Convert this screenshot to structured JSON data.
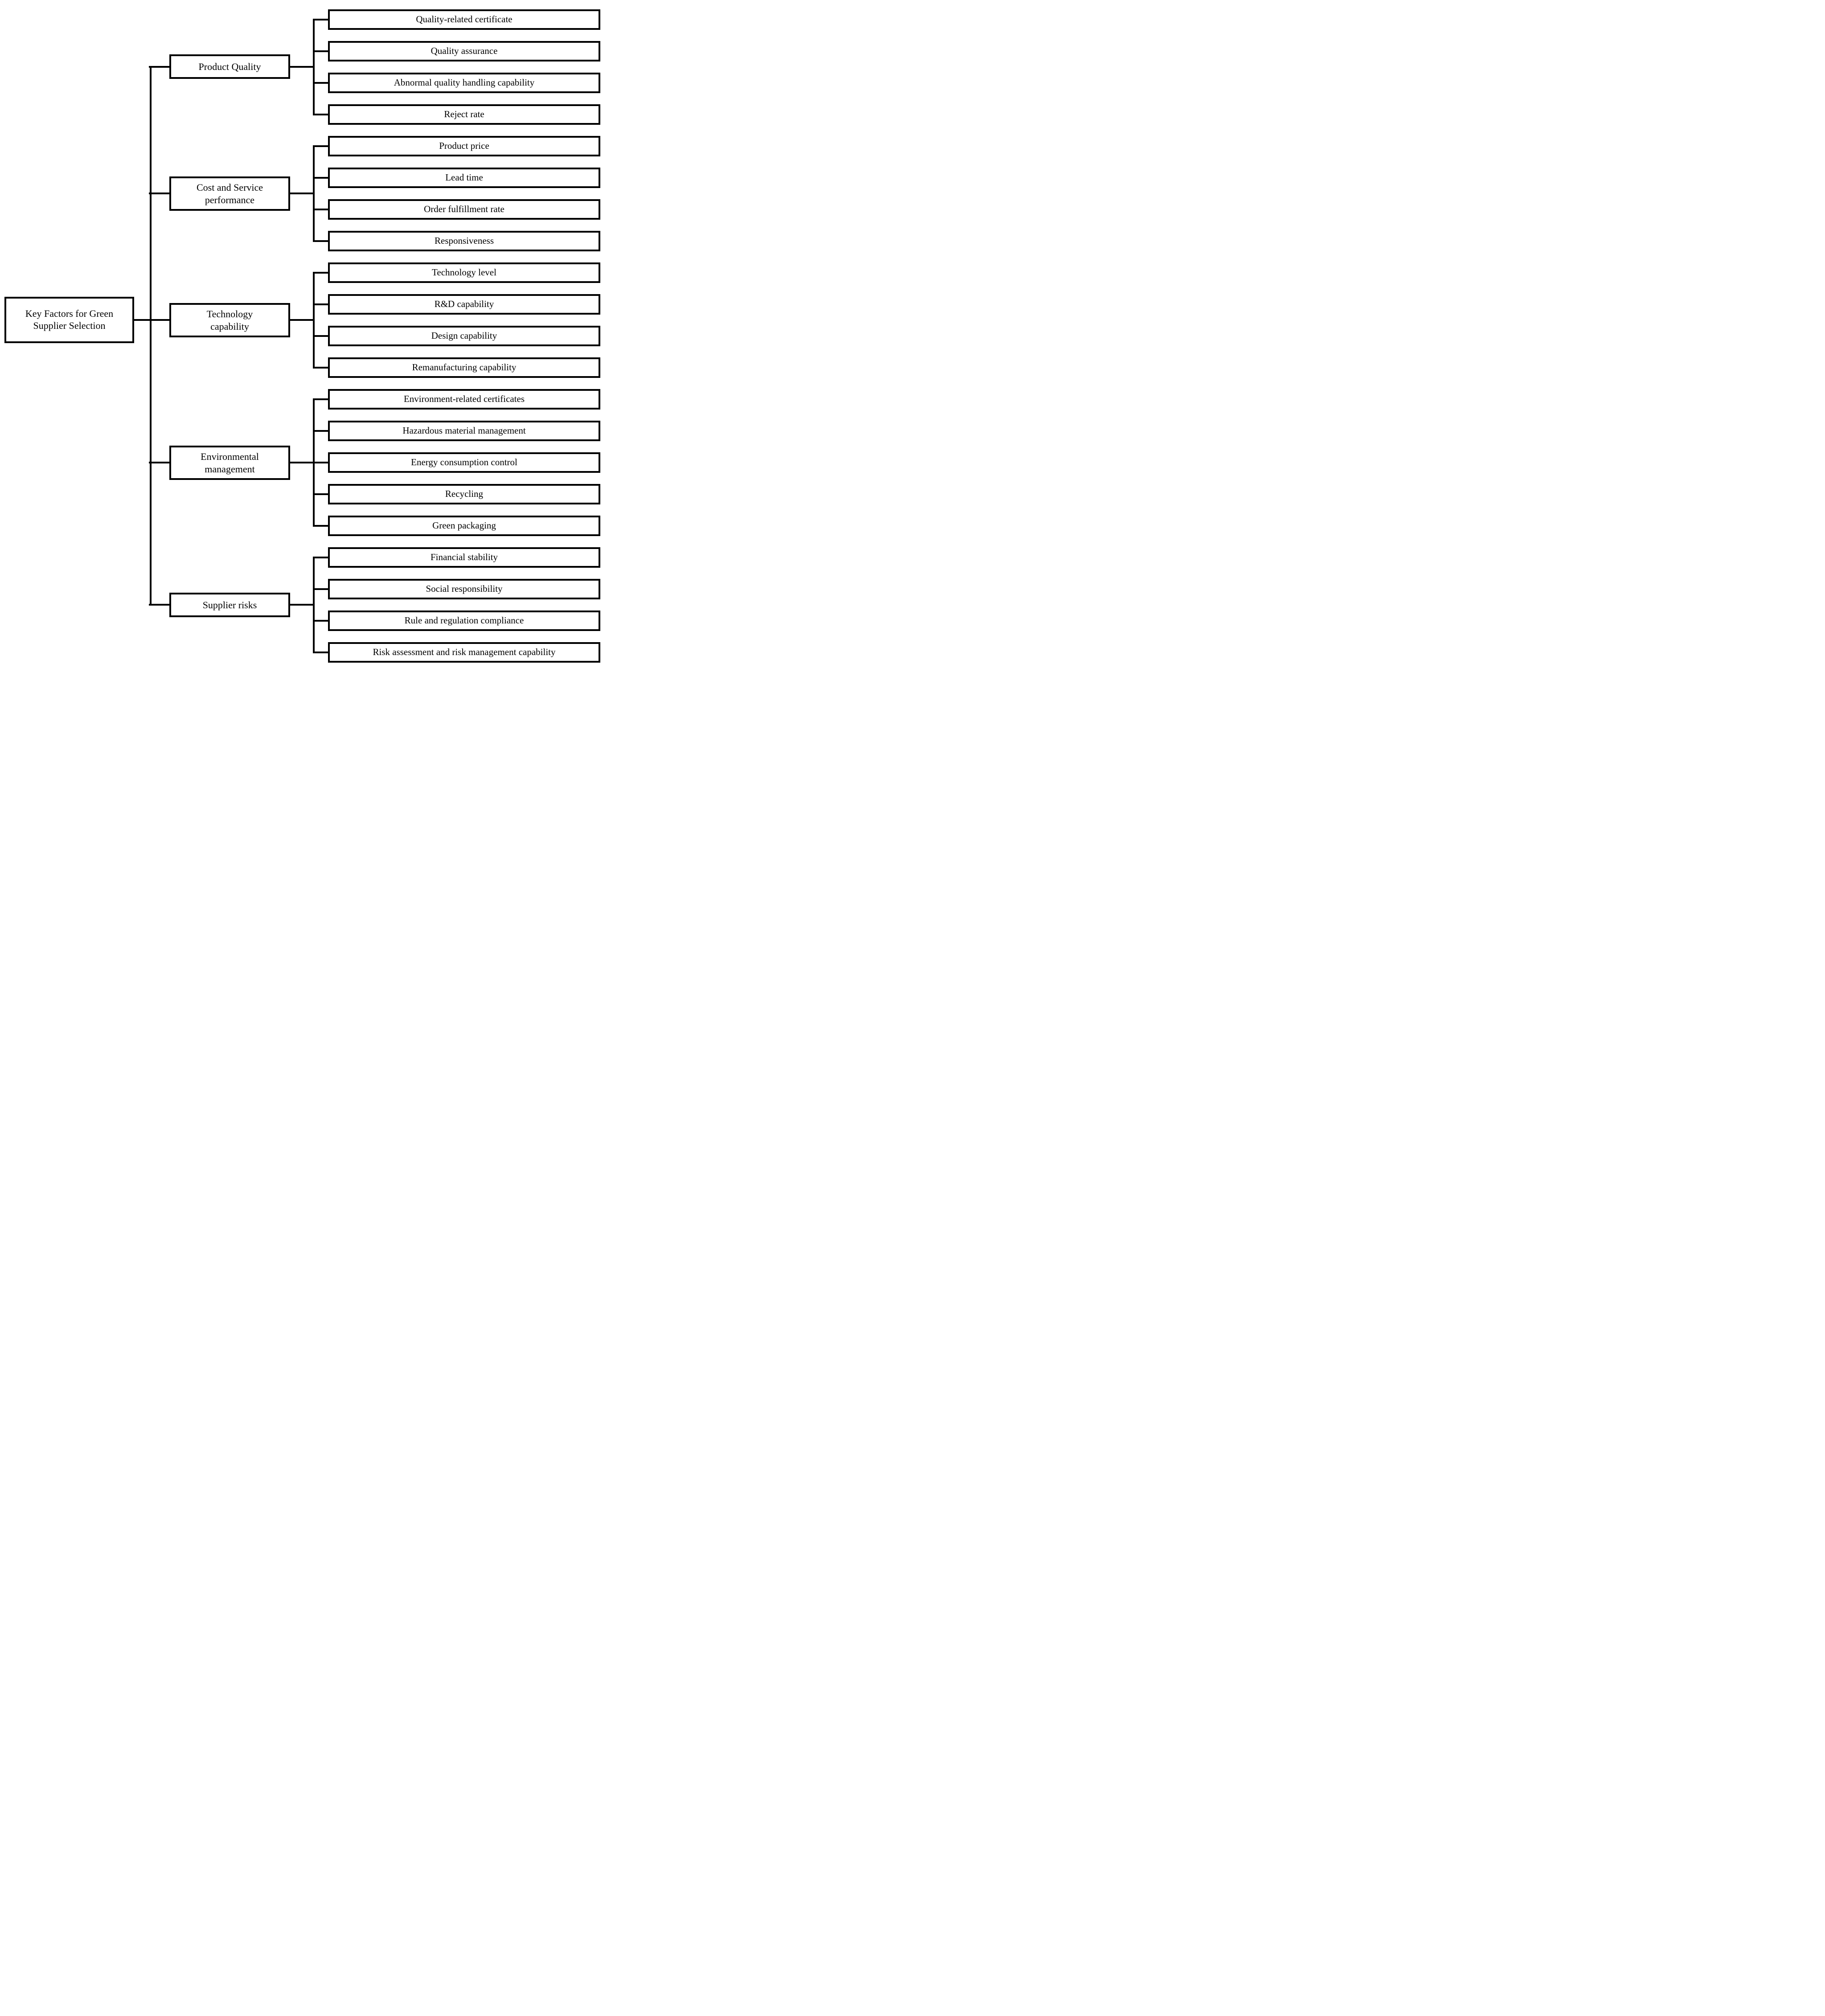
{
  "root": {
    "label": "Key Factors for Green Supplier Selection"
  },
  "groups": [
    {
      "label": "Product Quality",
      "leaves": [
        "Quality-related certificate",
        "Quality assurance",
        "Abnormal quality handling capability",
        "Reject rate"
      ]
    },
    {
      "label": "Cost and Service performance",
      "leaves": [
        "Product price",
        "Lead time",
        "Order fulfillment rate",
        "Responsiveness"
      ]
    },
    {
      "label": "Technology capability",
      "leaves": [
        "Technology level",
        "R&D capability",
        "Design capability",
        "Remanufacturing capability"
      ]
    },
    {
      "label": "Environmental management",
      "leaves": [
        "Environment-related certificates",
        "Hazardous material management",
        "Energy consumption control",
        "Recycling",
        "Green packaging"
      ]
    },
    {
      "label": "Supplier risks",
      "leaves": [
        "Financial stability",
        "Social responsibility",
        "Rule and regulation compliance",
        "Risk assessment and risk management capability"
      ]
    }
  ],
  "colors": {
    "line": "#000000",
    "background": "#ffffff",
    "box_fill": "#ffffff"
  }
}
